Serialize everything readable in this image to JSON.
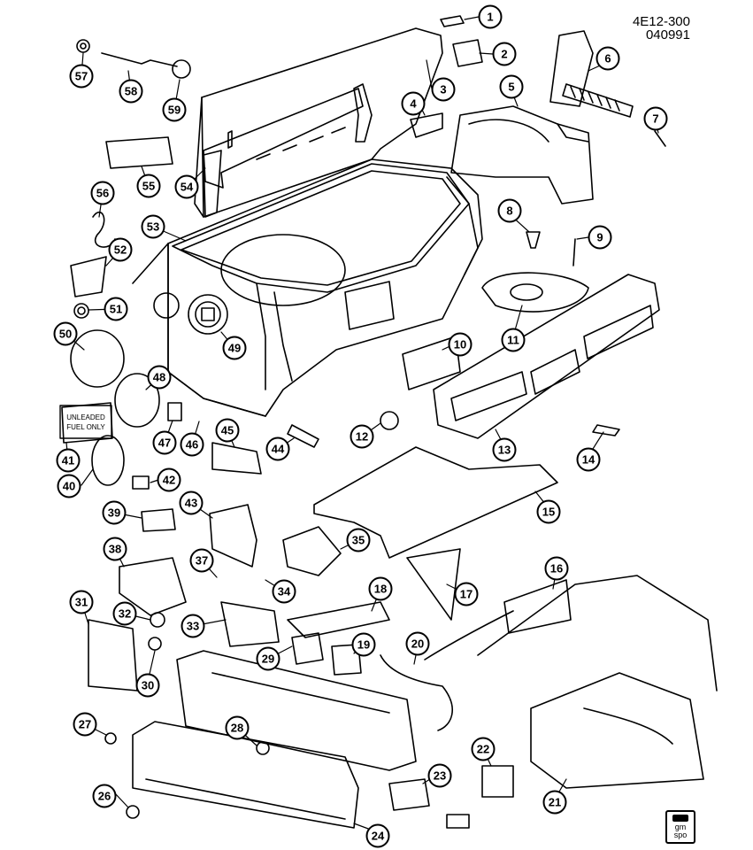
{
  "catalog": {
    "line1": "4E12-300",
    "line2": "040991"
  },
  "logo": {
    "line1": "gm",
    "line2": "spo"
  },
  "callouts": [
    {
      "n": "1"
    },
    {
      "n": "2"
    },
    {
      "n": "3"
    },
    {
      "n": "4"
    },
    {
      "n": "5"
    },
    {
      "n": "6"
    },
    {
      "n": "7"
    },
    {
      "n": "8"
    },
    {
      "n": "9"
    },
    {
      "n": "10"
    },
    {
      "n": "11"
    },
    {
      "n": "12"
    },
    {
      "n": "13"
    },
    {
      "n": "14"
    },
    {
      "n": "15"
    },
    {
      "n": "16"
    },
    {
      "n": "17"
    },
    {
      "n": "18"
    },
    {
      "n": "19"
    },
    {
      "n": "20"
    },
    {
      "n": "21"
    },
    {
      "n": "22"
    },
    {
      "n": "23"
    },
    {
      "n": "24"
    },
    {
      "n": "26"
    },
    {
      "n": "27"
    },
    {
      "n": "28"
    },
    {
      "n": "29"
    },
    {
      "n": "30"
    },
    {
      "n": "31"
    },
    {
      "n": "32"
    },
    {
      "n": "33"
    },
    {
      "n": "34"
    },
    {
      "n": "35"
    },
    {
      "n": "37"
    },
    {
      "n": "38"
    },
    {
      "n": "39"
    },
    {
      "n": "40"
    },
    {
      "n": "41"
    },
    {
      "n": "42"
    },
    {
      "n": "43"
    },
    {
      "n": "44"
    },
    {
      "n": "45"
    },
    {
      "n": "46"
    },
    {
      "n": "47"
    },
    {
      "n": "48"
    },
    {
      "n": "49"
    },
    {
      "n": "50"
    },
    {
      "n": "51"
    },
    {
      "n": "52"
    },
    {
      "n": "53"
    },
    {
      "n": "54"
    },
    {
      "n": "55"
    },
    {
      "n": "56"
    },
    {
      "n": "57"
    },
    {
      "n": "58"
    },
    {
      "n": "59"
    }
  ],
  "fuel_label": {
    "line1": "UNLEADED",
    "line2": "FUEL ONLY"
  }
}
